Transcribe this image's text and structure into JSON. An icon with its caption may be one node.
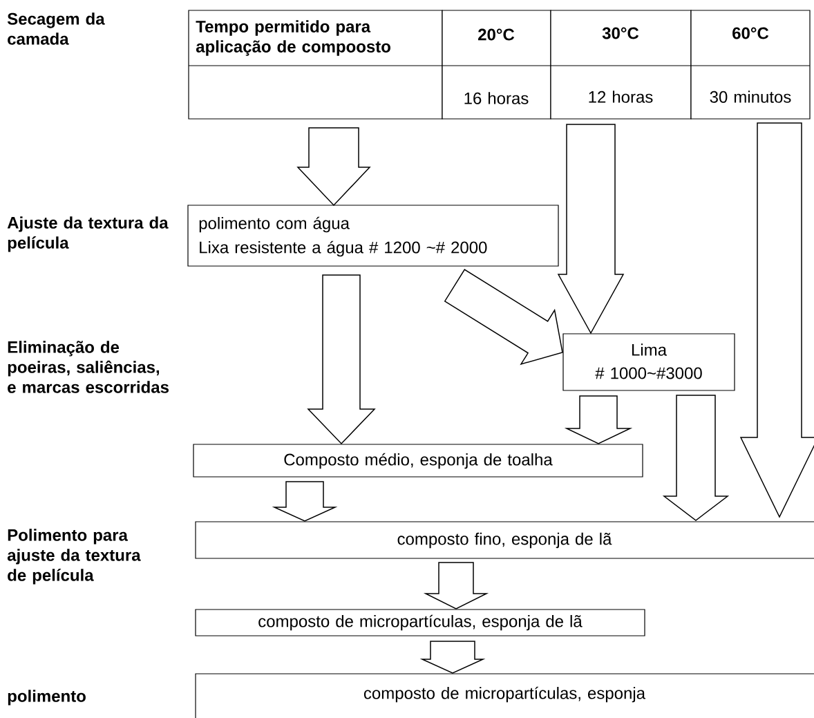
{
  "diagram": {
    "nodes": [
      {
        "text": [
          "Tempo permitido para aplicação de compoosto"
        ]
      },
      {
        "text": [
          "20°C",
          "16 horas"
        ]
      },
      {
        "text": [
          "30°C",
          "12 horas"
        ]
      },
      {
        "text": [
          "60°C",
          "30 minutos"
        ]
      },
      {
        "text": [
          "polimento com água",
          "Lixa resistente a água # 1200 ~# 2000"
        ]
      },
      {
        "text": [
          "Lima",
          "# 1000~#3000"
        ]
      },
      {
        "text": [
          "Composto médio, esponja de toalha"
        ]
      },
      {
        "text": [
          "composto fino, esponja de lã"
        ]
      },
      {
        "text": [
          "composto de micropartículas, esponja de lã"
        ]
      },
      {
        "text": [
          "composto de micropartículas, esponja"
        ]
      }
    ],
    "edges": [
      {
        "from": 0,
        "to": 4,
        "arrow": "to"
      },
      {
        "from": 2,
        "to": 5,
        "arrow": "to"
      },
      {
        "from": 3,
        "to": 7,
        "arrow": "to"
      },
      {
        "from": 4,
        "to": 5,
        "arrow": "to"
      },
      {
        "from": 4,
        "to": 6,
        "arrow": "to"
      },
      {
        "from": 5,
        "to": 6,
        "arrow": "to"
      },
      {
        "from": 5,
        "to": 7,
        "arrow": "to"
      },
      {
        "from": 6,
        "to": 7,
        "arrow": "to"
      },
      {
        "from": 7,
        "to": 8,
        "arrow": "to"
      },
      {
        "from": 8,
        "to": 9,
        "arrow": "to"
      }
    ],
    "labels": [
      "Secagem da camada",
      "Ajuste da textura da película",
      "Eliminação de poeiras, saliências, e marcas escorridas",
      "Polimento para ajuste da textura de película",
      "polimento"
    ]
  }
}
